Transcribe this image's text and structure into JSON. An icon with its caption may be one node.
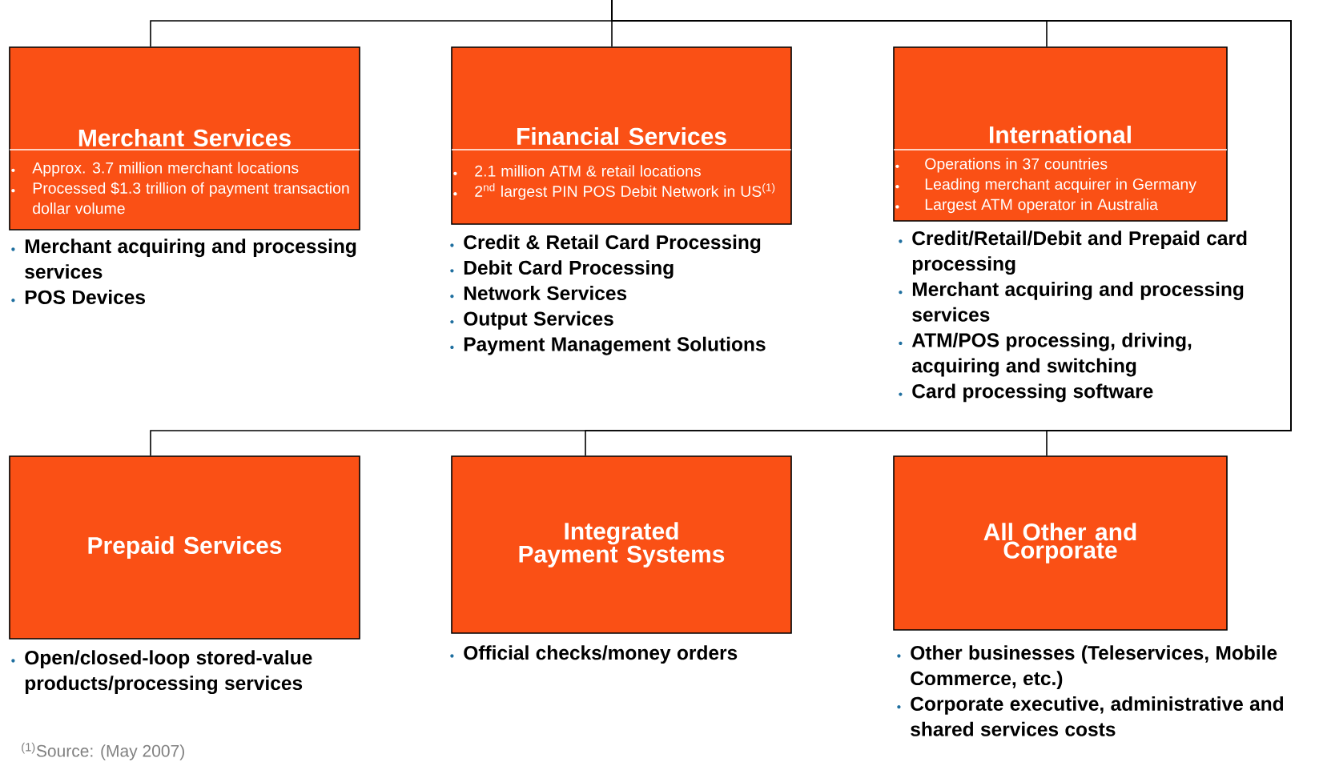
{
  "diagram": {
    "nodes": [
      {
        "text": [
          "Merchant Services",
          "Approx. 3.7 million merchant locations",
          "Processed $1.3 trillion of payment transaction dollar volume"
        ],
        "beside": [
          "Merchant acquiring and processing services",
          "POS Devices"
        ]
      },
      {
        "text": [
          "Financial Services",
          "2.1 million ATM & retail locations",
          "2$^{nd}$ largest PIN POS Debit Network in US$^{(1)}$"
        ],
        "beside": [
          "Credit & Retail Card Processing",
          "Debit Card Processing",
          "Network Services",
          "Output Services",
          "Payment Management Solutions"
        ]
      },
      {
        "text": [
          "International",
          "Operations in 37 countries",
          "Leading merchant acquirer in Germany",
          "Largest ATM operator in Australia"
        ],
        "beside": [
          "Credit/Retail/Debit and Prepaid card processing",
          "Merchant acquiring and processing services",
          "ATM/POS processing, driving, acquiring and switching",
          "Card processing software"
        ]
      },
      {
        "text": [
          "Prepaid Services"
        ],
        "beside": [
          "Open/closed-loop stored-value products/processing services"
        ]
      },
      {
        "text": [
          "Integrated Payment Systems"
        ],
        "beside": [
          "Official checks/money orders"
        ]
      },
      {
        "text": [
          "All Other and Corporate"
        ],
        "beside": [
          "Other businesses (Teleservices, Mobile Commerce, etc.)",
          "Corporate executive, administrative and shared services costs"
        ]
      }
    ],
    "edges": [
      {
        "from": null,
        "to": 0,
        "arrow": "none"
      },
      {
        "from": null,
        "to": 1,
        "arrow": "none"
      },
      {
        "from": null,
        "to": 2,
        "arrow": "none"
      },
      {
        "from": null,
        "to": 3,
        "arrow": "none"
      },
      {
        "from": null,
        "to": 4,
        "arrow": "none"
      },
      {
        "from": null,
        "to": 5,
        "arrow": "none"
      }
    ],
    "labels": [
      "$^{(1)}$Source: (May 2007)"
    ]
  }
}
